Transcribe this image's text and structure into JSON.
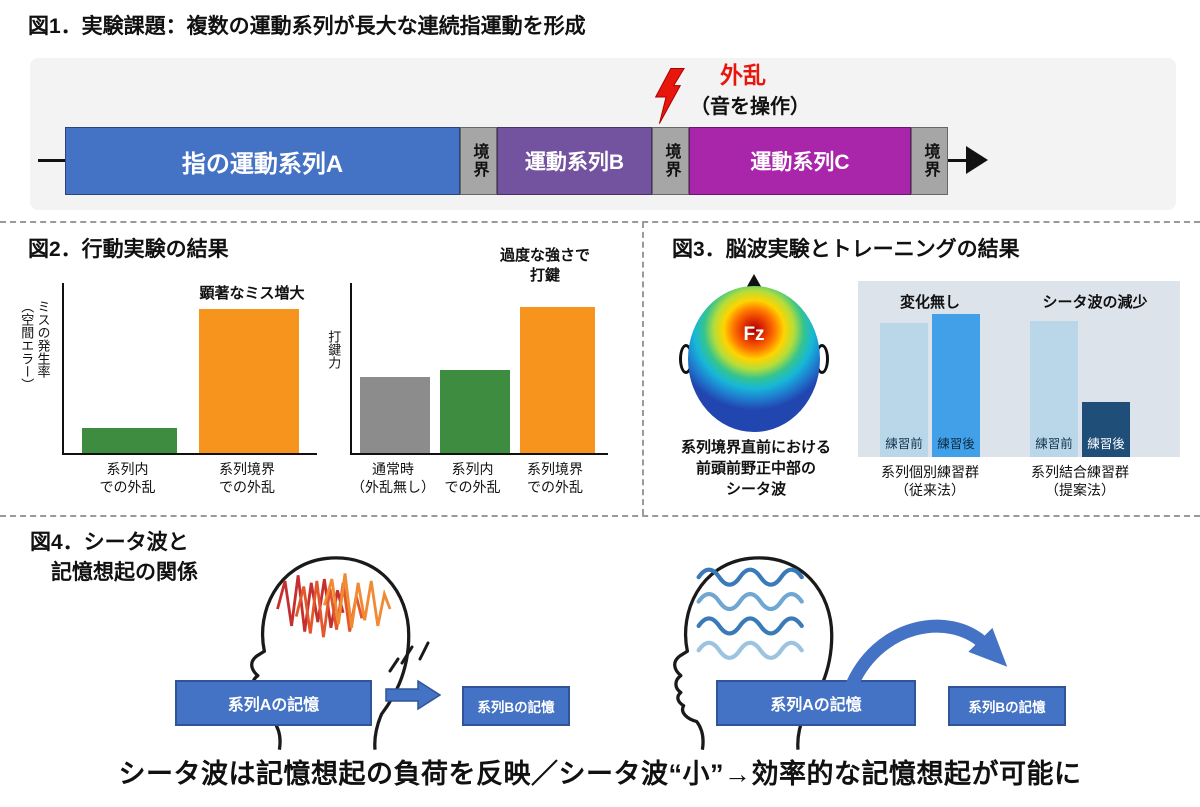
{
  "fig1": {
    "title": "図1．実験課題：複数の運動系列が長大な連続指運動を形成",
    "disturbance": "外乱",
    "disturbance_note": "（音を操作）",
    "segments": {
      "seqA": "指の運動系列A",
      "b1": "境界",
      "seqB": "運動系列B",
      "b2": "境界",
      "seqC": "運動系列C",
      "b3": "境界"
    },
    "colors": {
      "seqA": "#4472C4",
      "boundary": "#A6A6A6",
      "seqB": "#7352A0",
      "seqC": "#A925A9",
      "bolt_red": "#E8160C"
    }
  },
  "fig2": {
    "title": "図2．行動実験の結果",
    "chart_miss": {
      "ylabel": "ミスの発生率\n（空間エラー）",
      "annotation": "顕著なミス増大",
      "bars": [
        {
          "label": "系列内\nでの外乱",
          "value": 15,
          "color": "#3D8C40"
        },
        {
          "label": "系列境界\nでの外乱",
          "value": 85,
          "color": "#F7941D"
        }
      ]
    },
    "chart_force": {
      "ylabel": "打鍵力",
      "annotation": "過度な強さで\n打鍵",
      "bars": [
        {
          "label": "通常時\n（外乱無し）",
          "value": 45,
          "color": "#8C8C8C"
        },
        {
          "label": "系列内\nでの外乱",
          "value": 49,
          "color": "#3D8C40"
        },
        {
          "label": "系列境界\nでの外乱",
          "value": 86,
          "color": "#F7941D"
        }
      ]
    }
  },
  "fig3": {
    "title": "図3．脳波実験とトレーニングの結果",
    "topomap_label": "Fz",
    "caption": "系列境界直前における\n前頭前野正中部の\nシータ波",
    "chart": {
      "annotation1": "変化無し",
      "annotation2": "シータ波の減少",
      "bars": [
        {
          "label": "練習前",
          "value": 76,
          "color": "#BAD7E9",
          "text": "#15354f"
        },
        {
          "label": "練習後",
          "value": 81,
          "color": "#41A0E8",
          "text": "#0d2b42"
        },
        {
          "label": "練習前",
          "value": 77,
          "color": "#BAD7E9",
          "text": "#15354f"
        },
        {
          "label": "練習後",
          "value": 31,
          "color": "#1F4E79",
          "text": "#ffffff"
        }
      ],
      "group1": "系列個別練習群\n（従来法）",
      "group2": "系列結合練習群\n（提案法）"
    }
  },
  "fig4": {
    "title": "図4．シータ波と\n　記憶想起の関係",
    "left_boxA": "系列Aの記憶",
    "left_boxB": "系列Bの記憶",
    "right_boxA": "系列Aの記憶",
    "right_boxB": "系列Bの記憶"
  },
  "footer": "シータ波は記憶想起の負荷を反映／シータ波“小”→効率的な記憶想起が可能に",
  "chart_data": [
    {
      "type": "bar",
      "title": "行動実験の結果（ミスの発生率）",
      "ylabel": "ミスの発生率（空間エラー）",
      "categories": [
        "系列内での外乱",
        "系列境界での外乱"
      ],
      "values": [
        15,
        85
      ],
      "colors": [
        "#3D8C40",
        "#F7941D"
      ],
      "annotations": [
        "顕著なミス増大"
      ],
      "unit": "relative"
    },
    {
      "type": "bar",
      "title": "行動実験の結果（打鍵力）",
      "ylabel": "打鍵力",
      "categories": [
        "通常時（外乱無し）",
        "系列内での外乱",
        "系列境界での外乱"
      ],
      "values": [
        45,
        49,
        86
      ],
      "colors": [
        "#8C8C8C",
        "#3D8C40",
        "#F7941D"
      ],
      "annotations": [
        "過度な強さで打鍵"
      ],
      "unit": "relative"
    },
    {
      "type": "bar",
      "title": "脳波実験とトレーニングの結果（シータ波）",
      "categories": [
        "系列個別練習群（従来法） 練習前",
        "系列個別練習群（従来法） 練習後",
        "系列結合練習群（提案法） 練習前",
        "系列結合練習群（提案法） 練習後"
      ],
      "values": [
        76,
        81,
        77,
        31
      ],
      "colors": [
        "#BAD7E9",
        "#41A0E8",
        "#BAD7E9",
        "#1F4E79"
      ],
      "annotations": [
        "変化無し",
        "シータ波の減少"
      ],
      "unit": "relative"
    }
  ]
}
